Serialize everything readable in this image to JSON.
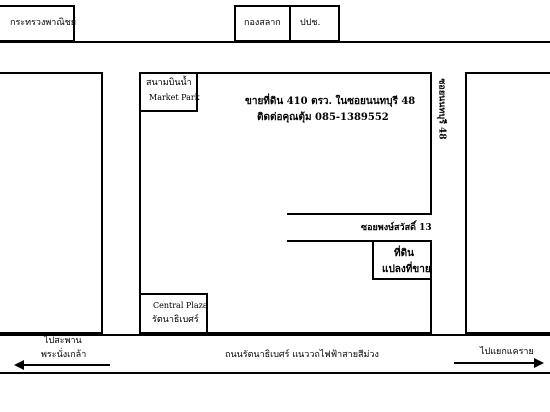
{
  "top_labels": {
    "ministry": "กระทรวงพาณิชย์",
    "lottery": "กองสลาก",
    "utility": "ปปช."
  },
  "market": {
    "name_th": "สนามบินน้ำ",
    "name_en": "Market Park"
  },
  "sale_text": {
    "line1": "ขายที่ดิน 410 ตรว. ในซอยนนทบุรี 48",
    "line2": "ติดต่อคุณตุ้ม 085-1389552"
  },
  "roads": {
    "soi_nonthaburi": "ซอยนนทบุรี 48",
    "soi_phongsawat": "ซอยพงษ์สวัสดิ์ 13",
    "main_road": "ถนนรัตนาธิเบศร์ แนววถไฟฟ้าสายสีม่วง"
  },
  "plot": {
    "line1": "ที่ดิน",
    "line2": "แปลงที่ขาย"
  },
  "central": {
    "name_en": "Central Plaza",
    "name_th": "รัตนาธิเบศร์"
  },
  "directions": {
    "left_line1": "ไปสะพาน",
    "left_line2": "พระนั่งเกล้า",
    "right": "ไปแยกแคราย"
  }
}
